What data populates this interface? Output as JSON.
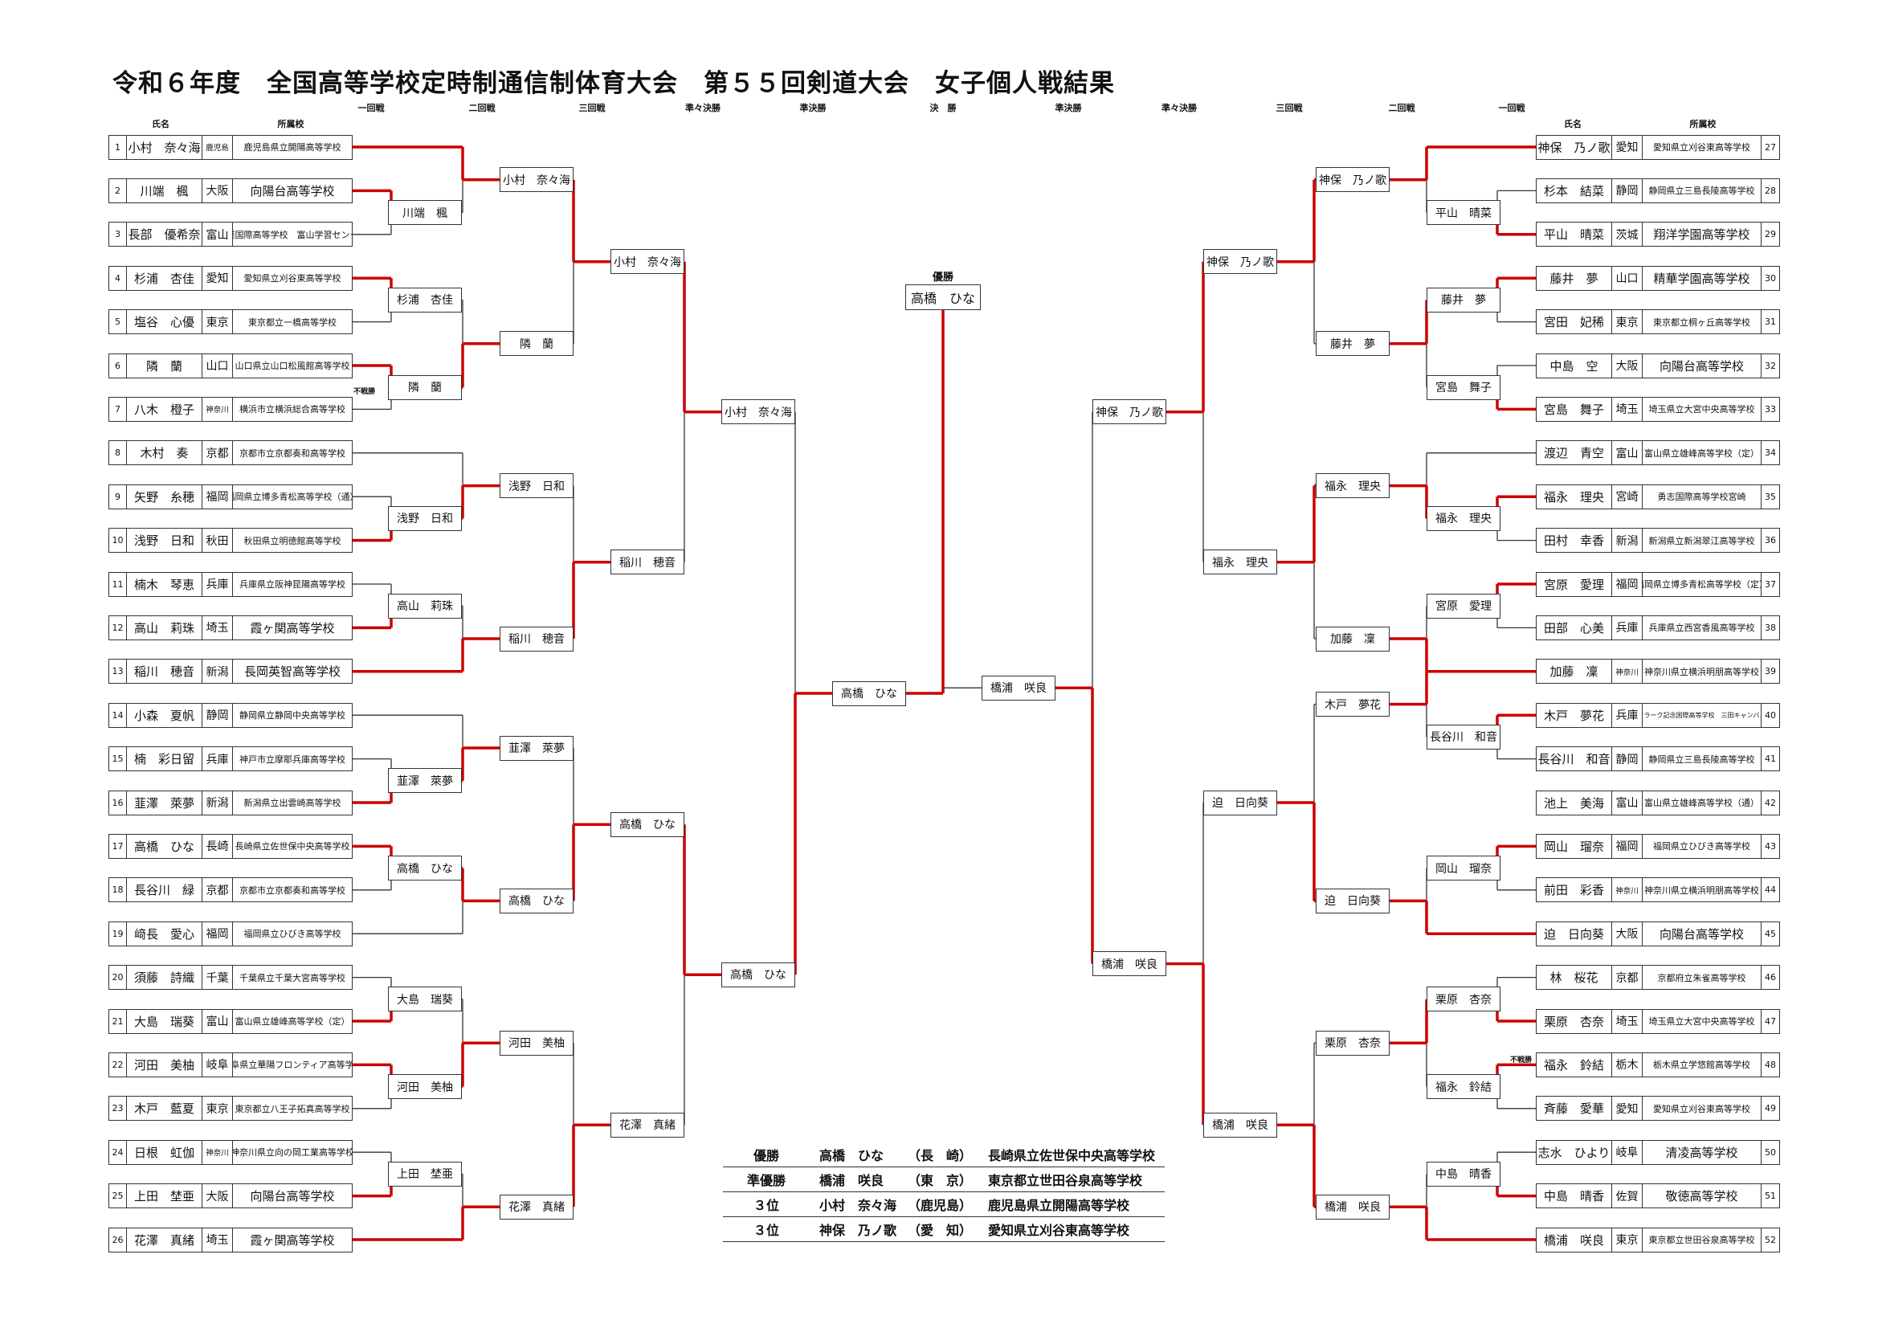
{
  "title": "令和６年度　全国高等学校定時制通信制体育大会　第５５回剣道大会　女子個人戦結果",
  "round_labels": [
    "一回戦",
    "二回戦",
    "三回戦",
    "準々決勝",
    "準決勝",
    "決　勝",
    "準決勝",
    "準々決勝",
    "三回戦",
    "二回戦",
    "一回戦"
  ],
  "column_headers": {
    "name": "氏名",
    "school": "所属校"
  },
  "left_entries": [
    {
      "no": "1",
      "name": "小村　奈々海",
      "pref": "鹿児島",
      "school": "鹿児島県立開陽高等学校"
    },
    {
      "no": "2",
      "name": "川端　楓",
      "pref": "大阪",
      "school": "向陽台高等学校"
    },
    {
      "no": "3",
      "name": "長部　優希奈",
      "pref": "富山",
      "school": "星槎国際高等学校　富山学習センター"
    },
    {
      "no": "4",
      "name": "杉浦　杏佳",
      "pref": "愛知",
      "school": "愛知県立刈谷東高等学校"
    },
    {
      "no": "5",
      "name": "塩谷　心優",
      "pref": "東京",
      "school": "東京都立一橋高等学校"
    },
    {
      "no": "6",
      "name": "隣　蘭",
      "pref": "山口",
      "school": "山口県立山口松風館高等学校"
    },
    {
      "no": "7",
      "name": "八木　橙子",
      "pref": "神奈川",
      "school": "横浜市立横浜総合高等学校"
    },
    {
      "no": "8",
      "name": "木村　奏",
      "pref": "京都",
      "school": "京都市立京都奏和高等学校"
    },
    {
      "no": "9",
      "name": "矢野　糸穂",
      "pref": "福岡",
      "school": "福岡県立博多青松高等学校（通）"
    },
    {
      "no": "10",
      "name": "浅野　日和",
      "pref": "秋田",
      "school": "秋田県立明徳館高等学校"
    },
    {
      "no": "11",
      "name": "楠木　琴恵",
      "pref": "兵庫",
      "school": "兵庫県立阪神昆陽高等学校"
    },
    {
      "no": "12",
      "name": "高山　莉珠",
      "pref": "埼玉",
      "school": "霞ヶ関高等学校"
    },
    {
      "no": "13",
      "name": "稲川　穂音",
      "pref": "新潟",
      "school": "長岡英智高等学校"
    },
    {
      "no": "14",
      "name": "小森　夏帆",
      "pref": "静岡",
      "school": "静岡県立静岡中央高等学校"
    },
    {
      "no": "15",
      "name": "楠　彩日留",
      "pref": "兵庫",
      "school": "神戸市立摩耶兵庫高等学校"
    },
    {
      "no": "16",
      "name": "韮澤　萊夢",
      "pref": "新潟",
      "school": "新潟県立出雲崎高等学校"
    },
    {
      "no": "17",
      "name": "高橋　ひな",
      "pref": "長崎",
      "school": "長崎県立佐世保中央高等学校"
    },
    {
      "no": "18",
      "name": "長谷川　緑",
      "pref": "京都",
      "school": "京都市立京都奏和高等学校"
    },
    {
      "no": "19",
      "name": "﨑長　愛心",
      "pref": "福岡",
      "school": "福岡県立ひびき高等学校"
    },
    {
      "no": "20",
      "name": "須藤　詩織",
      "pref": "千葉",
      "school": "千葉県立千葉大宮高等学校"
    },
    {
      "no": "21",
      "name": "大島　瑞葵",
      "pref": "富山",
      "school": "富山県立雄峰高等学校（定）"
    },
    {
      "no": "22",
      "name": "河田　美柚",
      "pref": "岐阜",
      "school": "岐阜県立華陽フロンティア高等学校"
    },
    {
      "no": "23",
      "name": "木戸　藍夏",
      "pref": "東京",
      "school": "東京都立八王子拓真高等学校"
    },
    {
      "no": "24",
      "name": "日根　虹伽",
      "pref": "神奈川",
      "school": "神奈川県立向の岡工業高等学校"
    },
    {
      "no": "25",
      "name": "上田　埜亜",
      "pref": "大阪",
      "school": "向陽台高等学校"
    },
    {
      "no": "26",
      "name": "花澤　真緒",
      "pref": "埼玉",
      "school": "霞ヶ関高等学校"
    }
  ],
  "right_entries": [
    {
      "no": "27",
      "name": "神保　乃ノ歌",
      "pref": "愛知",
      "school": "愛知県立刈谷東高等学校"
    },
    {
      "no": "28",
      "name": "杉本　結菜",
      "pref": "静岡",
      "school": "静岡県立三島長陵高等学校"
    },
    {
      "no": "29",
      "name": "平山　晴菜",
      "pref": "茨城",
      "school": "翔洋学園高等学校"
    },
    {
      "no": "30",
      "name": "藤井　夢",
      "pref": "山口",
      "school": "精華学園高等学校"
    },
    {
      "no": "31",
      "name": "宮田　妃稀",
      "pref": "東京",
      "school": "東京都立桐ヶ丘高等学校"
    },
    {
      "no": "32",
      "name": "中島　空",
      "pref": "大阪",
      "school": "向陽台高等学校"
    },
    {
      "no": "33",
      "name": "宮島　舞子",
      "pref": "埼玉",
      "school": "埼玉県立大宮中央高等学校"
    },
    {
      "no": "34",
      "name": "渡辺　青空",
      "pref": "富山",
      "school": "富山県立雄峰高等学校（定）"
    },
    {
      "no": "35",
      "name": "福永　理央",
      "pref": "宮崎",
      "school": "勇志国際高等学校宮崎"
    },
    {
      "no": "36",
      "name": "田村　幸香",
      "pref": "新潟",
      "school": "新潟県立新潟翠江高等学校"
    },
    {
      "no": "37",
      "name": "宮原　愛理",
      "pref": "福岡",
      "school": "福岡県立博多青松高等学校（定）"
    },
    {
      "no": "38",
      "name": "田部　心美",
      "pref": "兵庫",
      "school": "兵庫県立西宮香風高等学校"
    },
    {
      "no": "39",
      "name": "加藤　凜",
      "pref": "神奈川",
      "school": "神奈川県立横浜明朋高等学校"
    },
    {
      "no": "40",
      "name": "木戸　夢花",
      "pref": "兵庫",
      "school": "クラーク記念国際高等学校　三田キャンパス"
    },
    {
      "no": "41",
      "name": "長谷川　和音",
      "pref": "静岡",
      "school": "静岡県立三島長陵高等学校"
    },
    {
      "no": "42",
      "name": "池上　美海",
      "pref": "富山",
      "school": "富山県立雄峰高等学校（通）"
    },
    {
      "no": "43",
      "name": "岡山　瑠奈",
      "pref": "福岡",
      "school": "福岡県立ひびき高等学校"
    },
    {
      "no": "44",
      "name": "前田　彩香",
      "pref": "神奈川",
      "school": "神奈川県立横浜明朋高等学校"
    },
    {
      "no": "45",
      "name": "迫　日向葵",
      "pref": "大阪",
      "school": "向陽台高等学校"
    },
    {
      "no": "46",
      "name": "林　桜花",
      "pref": "京都",
      "school": "京都府立朱雀高等学校"
    },
    {
      "no": "47",
      "name": "栗原　杏奈",
      "pref": "埼玉",
      "school": "埼玉県立大宮中央高等学校"
    },
    {
      "no": "48",
      "name": "福永　鈴結",
      "pref": "栃木",
      "school": "栃木県立学悠館高等学校"
    },
    {
      "no": "49",
      "name": "斉藤　愛華",
      "pref": "愛知",
      "school": "愛知県立刈谷東高等学校"
    },
    {
      "no": "50",
      "name": "志水　ひより",
      "pref": "岐阜",
      "school": "清凌高等学校"
    },
    {
      "no": "51",
      "name": "中島　晴香",
      "pref": "佐賀",
      "school": "敬徳高等学校"
    },
    {
      "no": "52",
      "name": "橋浦　咲良",
      "pref": "東京",
      "school": "東京都立世田谷泉高等学校"
    }
  ],
  "left_rounds": {
    "round2": [
      "川端　楓",
      "杉浦　杏佳",
      "隣　蘭",
      "浅野　日和",
      "高山　莉珠",
      "韮澤　萊夢",
      "高橋　ひな",
      "大島　瑞葵",
      "河田　美柚",
      "上田　埜亜"
    ],
    "round3": [
      "小村　奈々海",
      "隣　蘭",
      "浅野　日和",
      "稲川　穂音",
      "韮澤　萊夢",
      "高橋　ひな",
      "河田　美柚",
      "花澤　真緒"
    ],
    "quarterfinal": [
      "小村　奈々海",
      "稲川　穂音",
      "高橋　ひな",
      "花澤　真緒"
    ],
    "semifinal": [
      "小村　奈々海",
      "高橋　ひな"
    ],
    "final": "高橋　ひな"
  },
  "right_rounds": {
    "round2": [
      "平山　晴菜",
      "藤井　夢",
      "宮島　舞子",
      "福永　理央",
      "宮原　愛理",
      "長谷川　和音",
      "岡山　瑠奈",
      "栗原　杏奈",
      "福永　鈴結",
      "中島　晴香"
    ],
    "round3": [
      "神保　乃ノ歌",
      "藤井　夢",
      "福永　理央",
      "加藤　凜",
      "木戸　夢花",
      "迫　日向葵",
      "栗原　杏奈",
      "橋浦　咲良"
    ],
    "quarterfinal": [
      "神保　乃ノ歌",
      "福永　理央",
      "迫　日向葵",
      "橋浦　咲良"
    ],
    "semifinal": [
      "神保　乃ノ歌",
      "橋浦　咲良"
    ],
    "final": "橋浦　咲良"
  },
  "champion": {
    "label": "優勝",
    "name": "高橋　ひな"
  },
  "walkover_label": "不戦勝",
  "results": [
    {
      "rank": "優勝",
      "name": "高橋　ひな",
      "pref": "（長　崎）",
      "school": "長崎県立佐世保中央高等学校"
    },
    {
      "rank": "準優勝",
      "name": "橋浦　咲良",
      "pref": "（東　京）",
      "school": "東京都立世田谷泉高等学校"
    },
    {
      "rank": "３位",
      "name": "小村　奈々海",
      "pref": "（鹿児島）",
      "school": "鹿児島県立開陽高等学校"
    },
    {
      "rank": "３位",
      "name": "神保　乃ノ歌",
      "pref": "（愛　知）",
      "school": "愛知県立刈谷東高等学校"
    }
  ],
  "colors": {
    "winner_line": "#cc0000",
    "line": "#333333"
  }
}
